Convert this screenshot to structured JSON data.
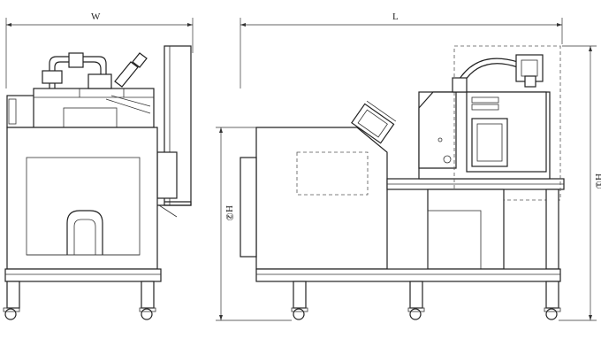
{
  "dimensions": {
    "width_label": "W",
    "length_label": "L",
    "height1_label": "H①",
    "height2_label": "H②"
  }
}
